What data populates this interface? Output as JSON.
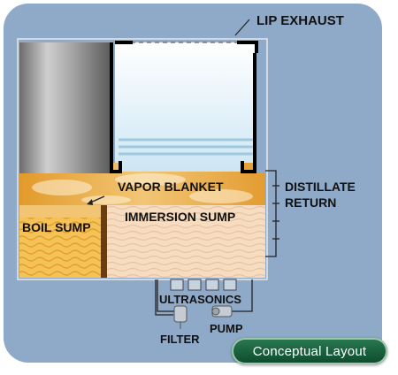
{
  "labels": {
    "lip_exhaust": "LIP EXHAUST",
    "vapor_blanket": "VAPOR BLANKET",
    "distillate_line1": "DISTILLATE",
    "distillate_line2": "RETURN",
    "boil_sump": "BOIL SUMP",
    "immersion_sump": "IMMERSION SUMP",
    "ultrasonics": "ULTRASONICS",
    "pump": "PUMP",
    "filter": "FILTER"
  },
  "badge": {
    "text": "Conceptual Layout"
  },
  "colors": {
    "panel": "#8fa9c8",
    "vapor": "#e8a030",
    "boil_sump": "#f3c45a",
    "immersion": "#f6dcc0",
    "badge": "#1e6b45"
  }
}
